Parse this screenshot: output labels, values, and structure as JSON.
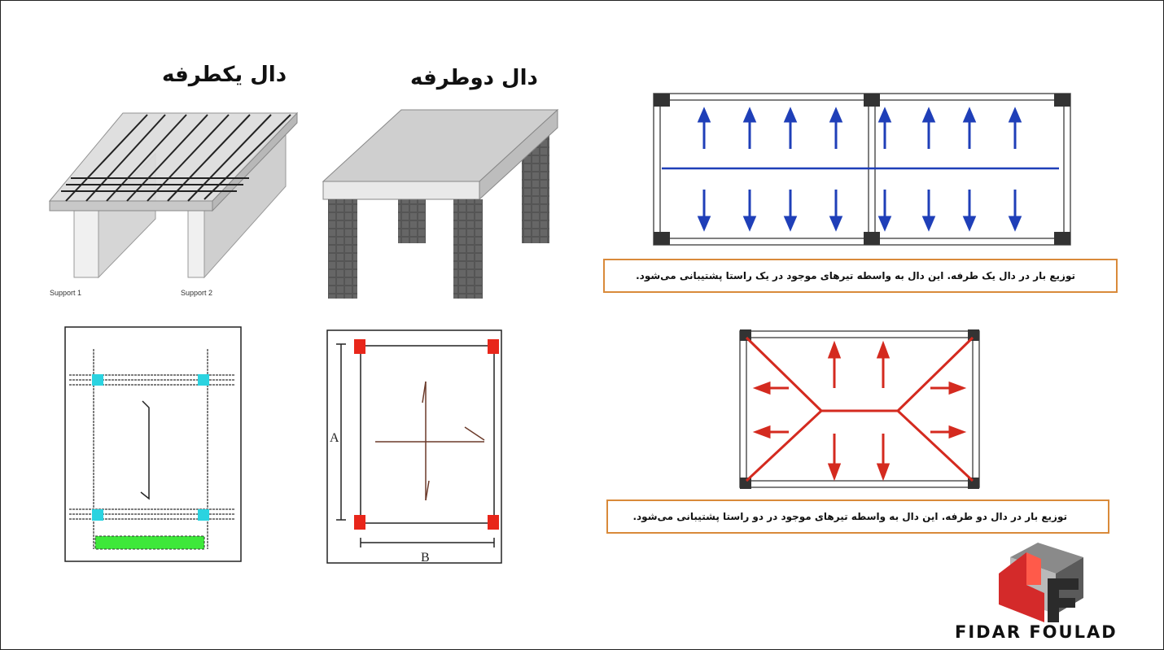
{
  "titles": {
    "one_way": "دال یکطرفه",
    "two_way": "دال دوطرفه"
  },
  "one_way_3d": {
    "support_1": "Support 1",
    "support_2": "Support 2"
  },
  "two_way_plan": {
    "dim_a": "A",
    "dim_b": "B"
  },
  "captions": {
    "one_way": "توزیع بار در دال یک طرفه. این دال به واسطه تیرهای موجود در یک راستا پشتیبانی می‌شود.",
    "two_way": "توزیع بار در دال دو طرفه. این دال به واسطه تیرهای موجود در دو راستا پشتیبانی می‌شود."
  },
  "logo": {
    "text": "FIDAR FOULAD",
    "colors": {
      "red": "#d42a2a",
      "gray": "#6f6f6f",
      "dark": "#2b2b2b"
    }
  },
  "colors": {
    "blue_arrow": "#1f3fb8",
    "red_arrow": "#d42a1f",
    "caption_border": "#d98a3a",
    "column_red": "#e8261a",
    "support_cyan": "#2bd3e0",
    "support_green": "#3ee83a"
  }
}
